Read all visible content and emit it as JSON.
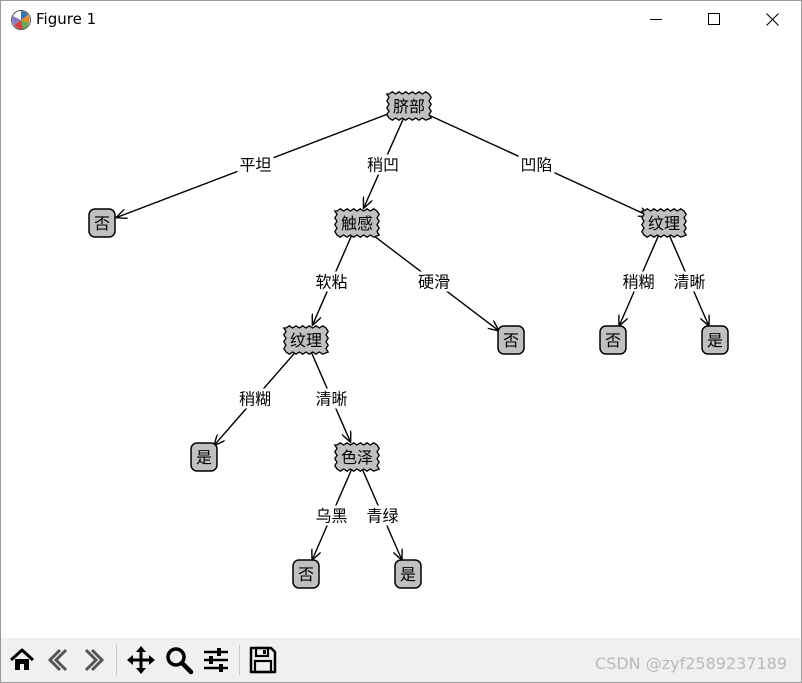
{
  "window": {
    "title": "Figure 1"
  },
  "tree": {
    "nodes": [
      {
        "id": "root",
        "label": "脐部",
        "kind": "decision"
      },
      {
        "id": "n_flat",
        "label": "否",
        "kind": "leaf"
      },
      {
        "id": "n_touch",
        "label": "触感",
        "kind": "decision"
      },
      {
        "id": "n_tex_r",
        "label": "纹理",
        "kind": "decision"
      },
      {
        "id": "n_tex_l",
        "label": "纹理",
        "kind": "decision"
      },
      {
        "id": "n_hard",
        "label": "否",
        "kind": "leaf"
      },
      {
        "id": "n_r_blur",
        "label": "否",
        "kind": "leaf"
      },
      {
        "id": "n_r_clear",
        "label": "是",
        "kind": "leaf"
      },
      {
        "id": "n_l_blur",
        "label": "是",
        "kind": "leaf"
      },
      {
        "id": "n_color",
        "label": "色泽",
        "kind": "decision"
      },
      {
        "id": "n_black",
        "label": "否",
        "kind": "leaf"
      },
      {
        "id": "n_green",
        "label": "是",
        "kind": "leaf"
      }
    ],
    "edges": [
      {
        "from": "root",
        "to": "n_flat",
        "label": "平坦"
      },
      {
        "from": "root",
        "to": "n_touch",
        "label": "稍凹"
      },
      {
        "from": "root",
        "to": "n_tex_r",
        "label": "凹陷"
      },
      {
        "from": "n_touch",
        "to": "n_tex_l",
        "label": "软粘"
      },
      {
        "from": "n_touch",
        "to": "n_hard",
        "label": "硬滑"
      },
      {
        "from": "n_tex_r",
        "to": "n_r_blur",
        "label": "稍糊"
      },
      {
        "from": "n_tex_r",
        "to": "n_r_clear",
        "label": "清晰"
      },
      {
        "from": "n_tex_l",
        "to": "n_l_blur",
        "label": "稍糊"
      },
      {
        "from": "n_tex_l",
        "to": "n_color",
        "label": "清晰"
      },
      {
        "from": "n_color",
        "to": "n_black",
        "label": "乌黑"
      },
      {
        "from": "n_color",
        "to": "n_green",
        "label": "青绿"
      }
    ]
  },
  "toolbar": {
    "buttons": [
      {
        "name": "home-button",
        "icon": "home-icon"
      },
      {
        "name": "back-button",
        "icon": "back-arrow-icon"
      },
      {
        "name": "forward-button",
        "icon": "forward-arrow-icon"
      },
      {
        "name": "pan-button",
        "icon": "move-icon"
      },
      {
        "name": "zoom-button",
        "icon": "magnifier-icon"
      },
      {
        "name": "configure-subplots-button",
        "icon": "sliders-icon"
      },
      {
        "name": "save-button",
        "icon": "floppy-disk-icon"
      }
    ]
  },
  "watermark": "CSDN @zyf2589237189",
  "colors": {
    "node_fill": "#c0c0c0",
    "background": "#ffffff",
    "toolbar_bg": "#f0f0f0"
  }
}
